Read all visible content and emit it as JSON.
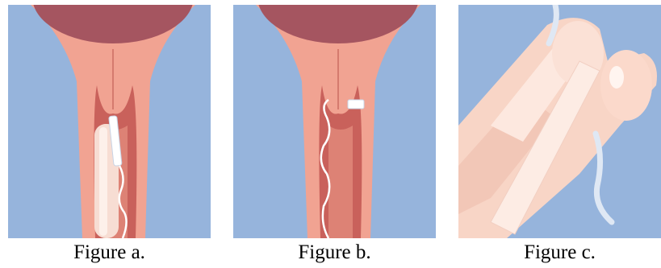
{
  "colors": {
    "background": "#96b4dc",
    "tissue": "#f1a392",
    "tissue_dark": "#d57a6e",
    "canal": "#c9615b",
    "uterus": "#a55560",
    "skin": "#f8d5c6",
    "skin_light": "#fde8df",
    "applicator": "#f7ddd3",
    "string": "#ffffff"
  },
  "figures": [
    {
      "caption": "Figure a."
    },
    {
      "caption": "Figure b."
    },
    {
      "caption": "Figure c."
    }
  ]
}
